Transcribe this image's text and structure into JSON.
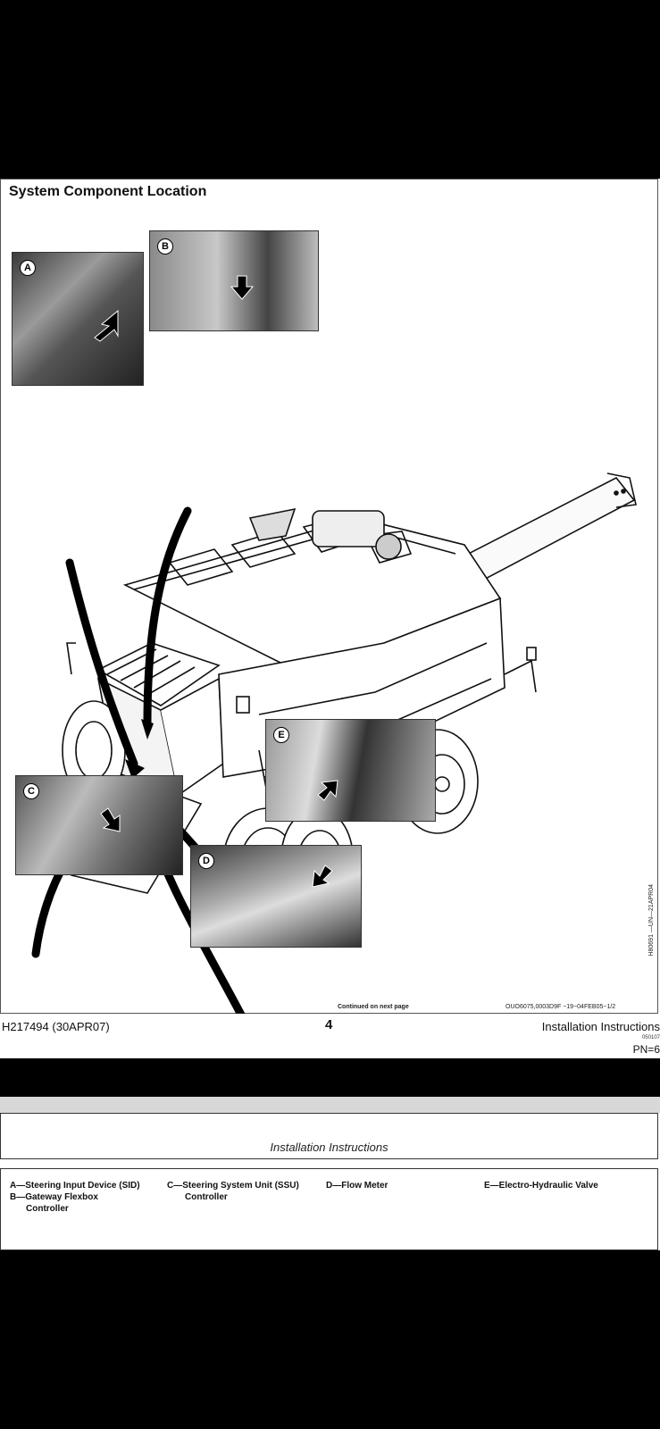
{
  "section_title": "System Component Location",
  "callouts": {
    "a": "A",
    "b": "B",
    "c": "C",
    "d": "D",
    "e": "E"
  },
  "vertical_code": "H80691 —UN—21APR04",
  "continued": "Continued on next page",
  "doc_ref": "OUO6075,0003D9F  −19−04FEB05−1/2",
  "footer": {
    "doc_id": "H217494 (30APR07)",
    "page_number": "4",
    "manual": "Installation Instructions",
    "code": "050107",
    "pn": "PN=6"
  },
  "page2": {
    "header": "Installation Instructions",
    "legend": {
      "a": "A—Steering Input Device (SID)",
      "b1": "B—Gateway Flexbox",
      "b2": "Controller",
      "c1": "C—Steering System Unit (SSU)",
      "c2": "Controller",
      "d": "D—Flow Meter",
      "e": "E—Electro-Hydraulic Valve"
    }
  }
}
